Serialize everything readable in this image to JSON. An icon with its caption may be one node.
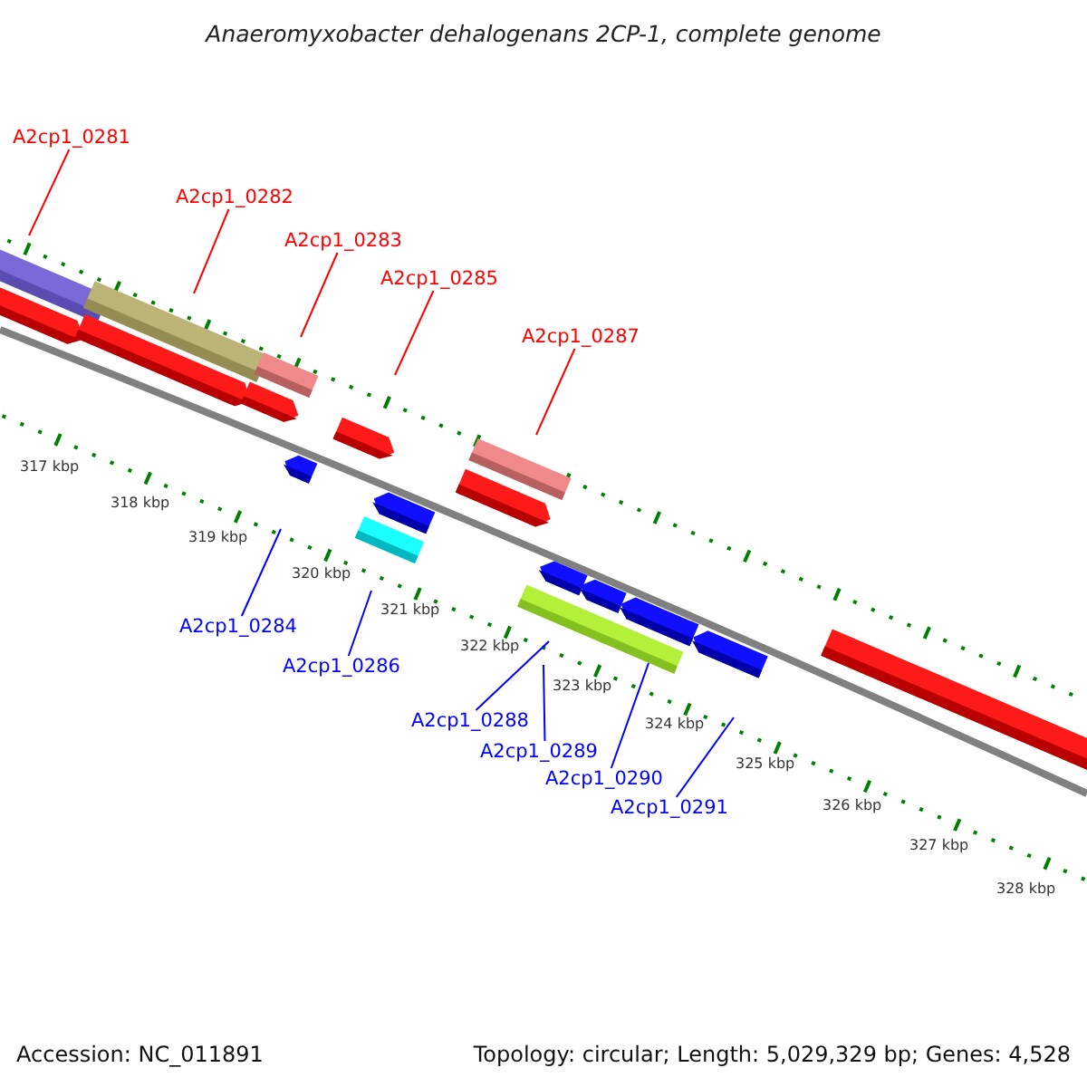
{
  "diagram": {
    "title": "Anaeromyxobacter dehalogenans 2CP-1, complete genome",
    "nodes": [
      {
        "text": [
          "A2cp1_0281"
        ]
      },
      {
        "text": [
          "A2cp1_0282"
        ]
      },
      {
        "text": [
          "A2cp1_0283"
        ]
      },
      {
        "text": [
          "A2cp1_0285"
        ]
      },
      {
        "text": [
          "A2cp1_0287"
        ]
      },
      {
        "text": [
          "A2cp1_0284"
        ]
      },
      {
        "text": [
          "A2cp1_0286"
        ]
      },
      {
        "text": [
          "A2cp1_0288"
        ]
      },
      {
        "text": [
          "A2cp1_0289"
        ]
      },
      {
        "text": [
          "A2cp1_0290"
        ]
      },
      {
        "text": [
          "A2cp1_0291"
        ]
      }
    ],
    "edges": [
      {
        "from": 0,
        "to": null,
        "arrow": "none",
        "color": "#ff0000"
      },
      {
        "from": 1,
        "to": null,
        "arrow": "none",
        "color": "#ff0000"
      },
      {
        "from": 2,
        "to": null,
        "arrow": "none",
        "color": "#ff0000"
      },
      {
        "from": 3,
        "to": null,
        "arrow": "none",
        "color": "#ff0000"
      },
      {
        "from": 4,
        "to": null,
        "arrow": "none",
        "color": "#ff0000"
      },
      {
        "from": 5,
        "to": null,
        "arrow": "none"
      },
      {
        "from": 6,
        "to": null,
        "arrow": "none"
      },
      {
        "from": 7,
        "to": null,
        "arrow": "none"
      },
      {
        "from": 8,
        "to": null,
        "arrow": "none"
      },
      {
        "from": 9,
        "to": null,
        "arrow": "none"
      },
      {
        "from": 10,
        "to": null,
        "arrow": "none"
      }
    ],
    "labels": [
      "317 kbp",
      "318 kbp",
      "319 kbp",
      "320 kbp",
      "321 kbp",
      "322 kbp",
      "323 kbp",
      "324 kbp",
      "325 kbp",
      "326 kbp",
      "327 kbp",
      "328 kbp",
      "Accession: NC_011891",
      "Topology: circular; Length: 5,029,329 bp; Genes: 4,528"
    ]
  }
}
